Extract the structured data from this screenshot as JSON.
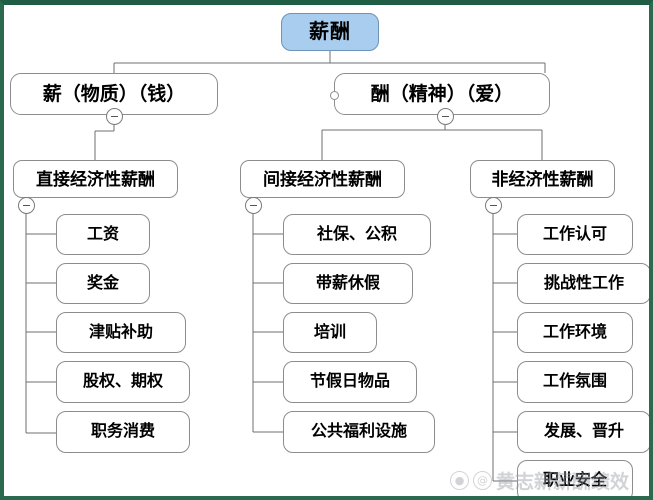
{
  "diagram": {
    "type": "mind-map",
    "root": {
      "label": "薪酬",
      "color": "#a8cdee"
    },
    "level2": [
      {
        "label": "薪（物质）（钱）"
      },
      {
        "label": "酬（精神）（爱）"
      }
    ],
    "level3": [
      {
        "label": "直接经济性薪酬"
      },
      {
        "label": "间接经济性薪酬"
      },
      {
        "label": "非经济性薪酬"
      }
    ],
    "branches": [
      {
        "parent": "直接经济性薪酬",
        "leaves": [
          {
            "label": "工资"
          },
          {
            "label": "奖金"
          },
          {
            "label": "津贴补助"
          },
          {
            "label": "股权、期权"
          },
          {
            "label": "职务消费"
          }
        ]
      },
      {
        "parent": "间接经济性薪酬",
        "leaves": [
          {
            "label": "社保、公积"
          },
          {
            "label": "带薪休假"
          },
          {
            "label": "培训"
          },
          {
            "label": "节假日物品"
          },
          {
            "label": "公共福利设施"
          }
        ]
      },
      {
        "parent": "非经济性薪酬",
        "leaves": [
          {
            "label": "工作认可"
          },
          {
            "label": "挑战性工作"
          },
          {
            "label": "工作环境"
          },
          {
            "label": "工作氛围"
          },
          {
            "label": "发展、晋升"
          },
          {
            "label": "职业安全"
          }
        ]
      }
    ],
    "collapse_symbol": "−"
  },
  "watermark": {
    "paw_icon": "paw-icon",
    "at_icon": "at-icon",
    "text": "黄志新薪酬绩效"
  },
  "colors": {
    "frame": "#2b6a4e",
    "node_border": "#8d8d8d",
    "root_fill": "#a8cdee",
    "line": "#6f6f6f"
  }
}
